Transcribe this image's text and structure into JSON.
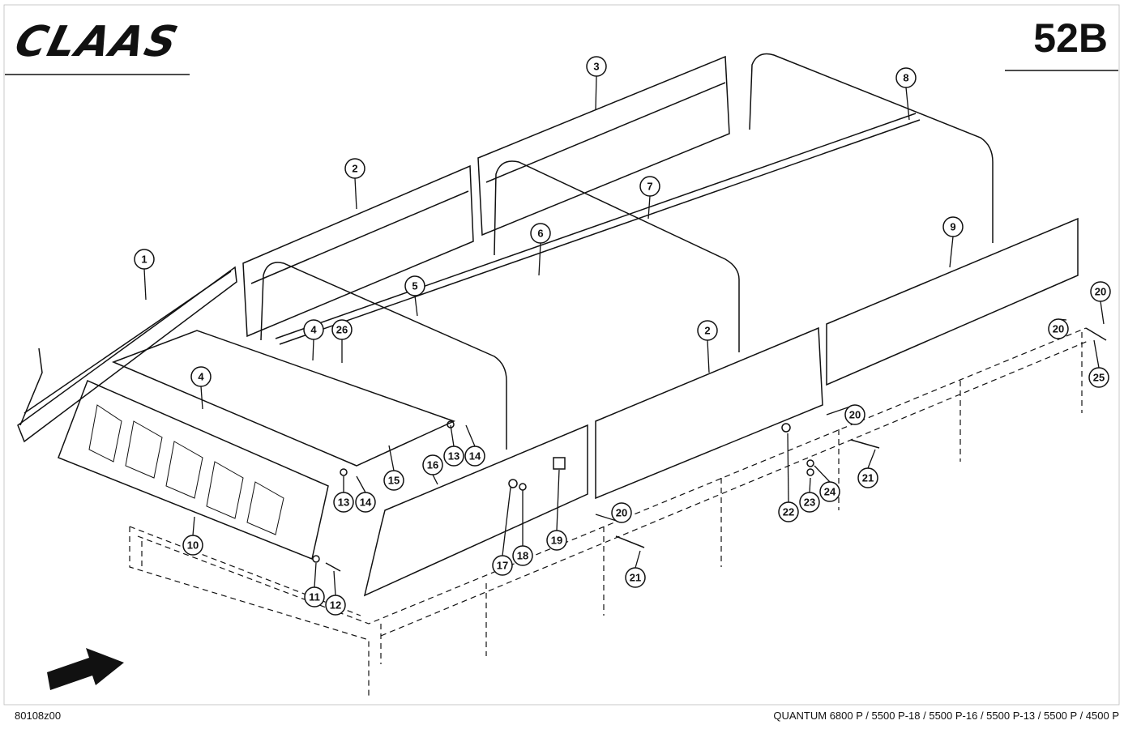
{
  "header": {
    "brand": "CLAAS",
    "page_code": "52B"
  },
  "footer": {
    "drawing_number": "80108z00",
    "models": "QUANTUM 6800 P / 5500 P-18 / 5500 P-16 / 5500 P-13 / 5500 P / 4500 P"
  },
  "callouts": [
    {
      "id": "c1",
      "label": "1"
    },
    {
      "id": "c2a",
      "label": "2"
    },
    {
      "id": "c3",
      "label": "3"
    },
    {
      "id": "c8",
      "label": "8"
    },
    {
      "id": "c7",
      "label": "7"
    },
    {
      "id": "c6",
      "label": "6"
    },
    {
      "id": "c9",
      "label": "9"
    },
    {
      "id": "c5",
      "label": "5"
    },
    {
      "id": "c4a",
      "label": "4"
    },
    {
      "id": "c26",
      "label": "26"
    },
    {
      "id": "c2b",
      "label": "2"
    },
    {
      "id": "c20a",
      "label": "20"
    },
    {
      "id": "c20b",
      "label": "20"
    },
    {
      "id": "c25",
      "label": "25"
    },
    {
      "id": "c4b",
      "label": "4"
    },
    {
      "id": "c20c",
      "label": "20"
    },
    {
      "id": "c13a",
      "label": "13"
    },
    {
      "id": "c14a",
      "label": "14"
    },
    {
      "id": "c16",
      "label": "16"
    },
    {
      "id": "c15",
      "label": "15"
    },
    {
      "id": "c13b",
      "label": "13"
    },
    {
      "id": "c14b",
      "label": "14"
    },
    {
      "id": "c21a",
      "label": "21"
    },
    {
      "id": "c24",
      "label": "24"
    },
    {
      "id": "c22",
      "label": "22"
    },
    {
      "id": "c23",
      "label": "23"
    },
    {
      "id": "c20d",
      "label": "20"
    },
    {
      "id": "c19",
      "label": "19"
    },
    {
      "id": "c10",
      "label": "10"
    },
    {
      "id": "c17",
      "label": "17"
    },
    {
      "id": "c18",
      "label": "18"
    },
    {
      "id": "c21b",
      "label": "21"
    },
    {
      "id": "c11",
      "label": "11"
    },
    {
      "id": "c12",
      "label": "12"
    }
  ]
}
